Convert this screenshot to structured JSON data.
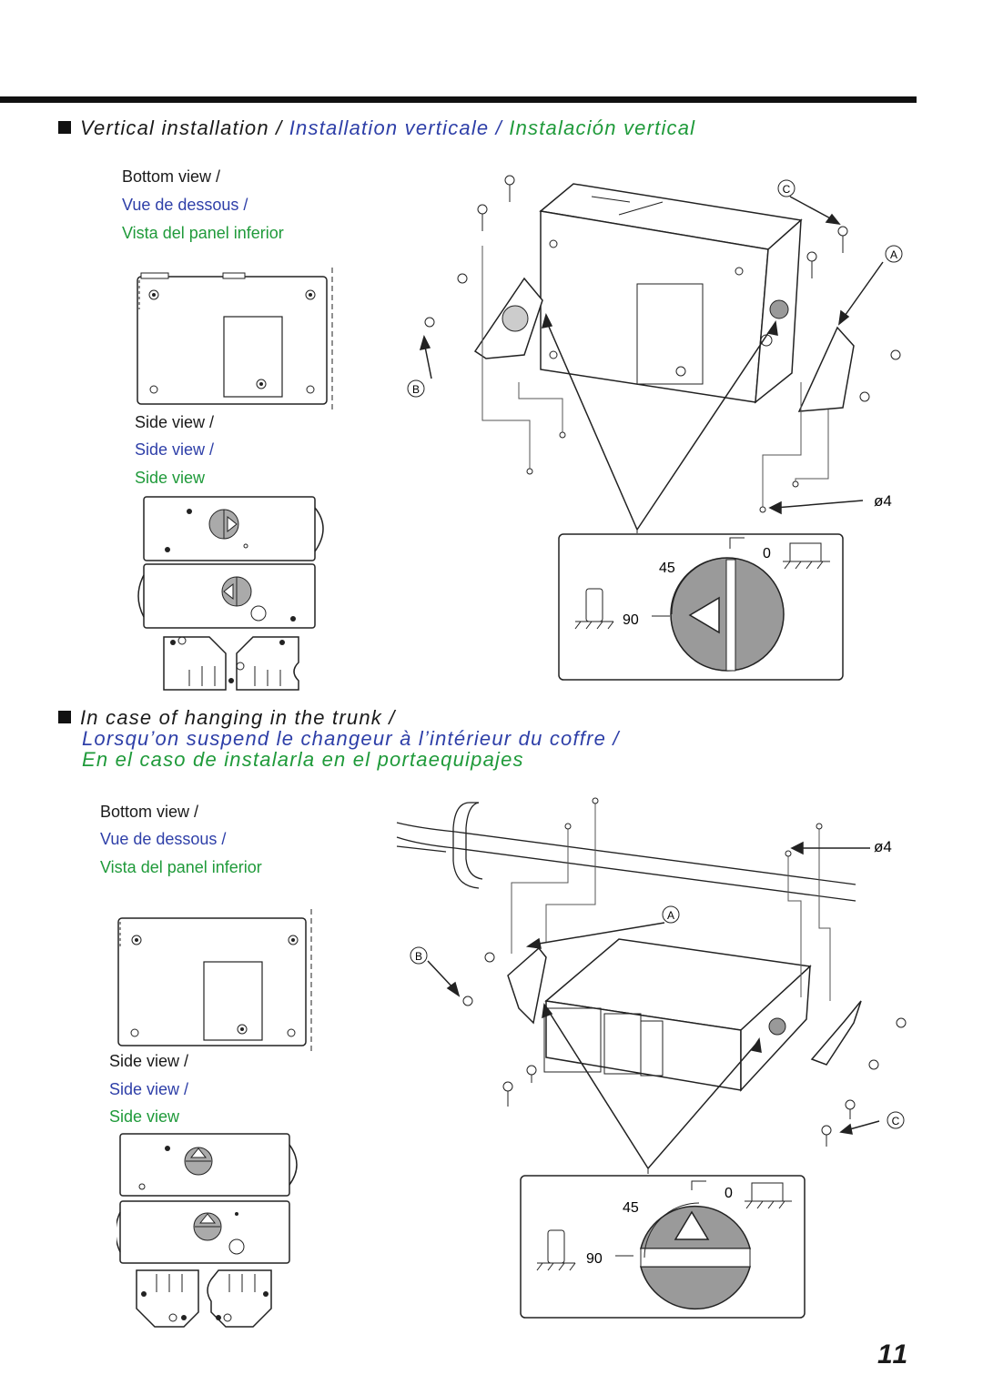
{
  "section1": {
    "title_en": "Vertical installation /",
    "title_fr": "Installation verticale /",
    "title_es": "Instalación vertical",
    "bottom_view": {
      "en": "Bottom view /",
      "fr": "Vue de dessous /",
      "es": "Vista del panel inferior"
    },
    "side_view": {
      "en": "Side view /",
      "fr": "Side view /",
      "es": "Side view"
    },
    "callouts": {
      "a": "A",
      "b": "B",
      "c": "C",
      "hole": "ø4"
    },
    "dial": {
      "deg0": "0",
      "deg45": "45",
      "deg90": "90"
    }
  },
  "section2": {
    "title_en": "In case of hanging in the trunk /",
    "title_fr": "Lorsqu’on suspend le changeur à l’intérieur du coffre /",
    "title_es": "En el caso de instalarla en el portaequipajes",
    "bottom_view": {
      "en": "Bottom view /",
      "fr": "Vue de dessous /",
      "es": "Vista del panel inferior"
    },
    "side_view": {
      "en": "Side view /",
      "fr": "Side view /",
      "es": "Side view"
    },
    "callouts": {
      "a": "A",
      "b": "B",
      "c": "C",
      "hole": "ø4"
    },
    "dial": {
      "deg0": "0",
      "deg45": "45",
      "deg90": "90"
    }
  },
  "page_number": "11",
  "colors": {
    "english": "#1a1a1a",
    "french": "#2e3fa8",
    "spanish": "#1f9a3a",
    "dial_fill": "#9a9a9a"
  }
}
